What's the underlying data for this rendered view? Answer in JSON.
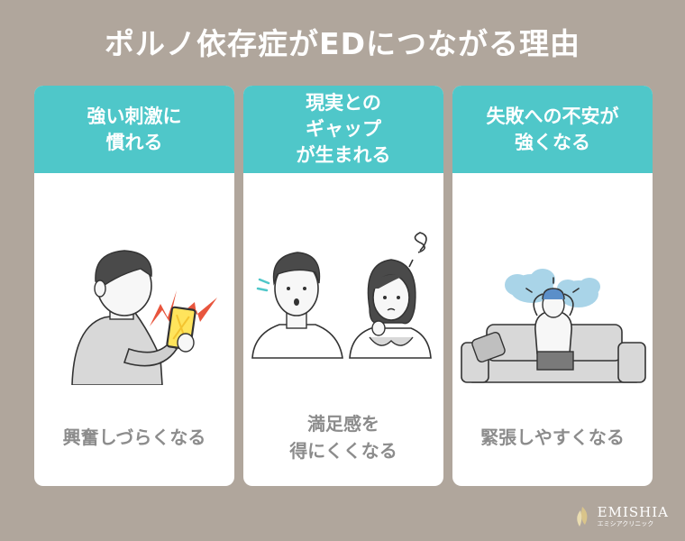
{
  "title": "ポルノ依存症がEDにつながる理由",
  "cards": [
    {
      "heading": [
        "強い刺激に",
        "慣れる"
      ],
      "result": [
        "興奮しづらくなる"
      ]
    },
    {
      "heading": [
        "現実との",
        "ギャップ",
        "が生まれる"
      ],
      "result": [
        "満足感を",
        "得にくくなる"
      ]
    },
    {
      "heading": [
        "失敗への不安が",
        "強くなる"
      ],
      "result": [
        "緊張しやすくなる"
      ]
    }
  ],
  "brand": {
    "name": "EMISHIA",
    "subtitle": "エミシアクリニック"
  },
  "colors": {
    "background": "#b0a69c",
    "accent": "#4fc7c9",
    "card": "#ffffff",
    "result_text": "#8c8c8c"
  }
}
